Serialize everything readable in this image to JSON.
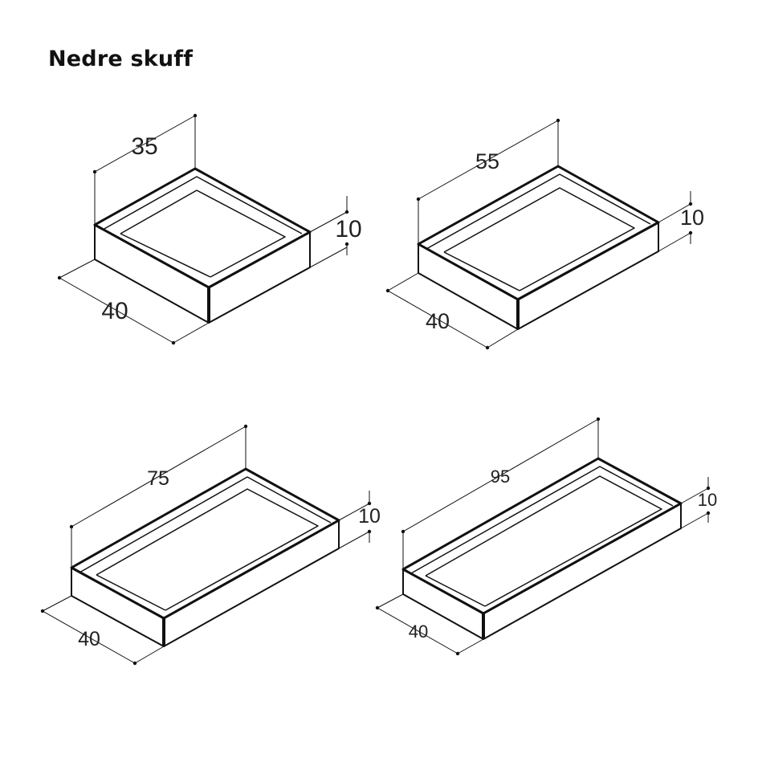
{
  "title": "Nedre skuff",
  "drawers": [
    {
      "width": "35",
      "depth": "40",
      "height": "10"
    },
    {
      "width": "55",
      "depth": "40",
      "height": "10"
    },
    {
      "width": "75",
      "depth": "40",
      "height": "10"
    },
    {
      "width": "95",
      "depth": "40",
      "height": "10"
    }
  ],
  "colors": {
    "line": "#111111",
    "text": "#222222",
    "background": "#ffffff"
  }
}
